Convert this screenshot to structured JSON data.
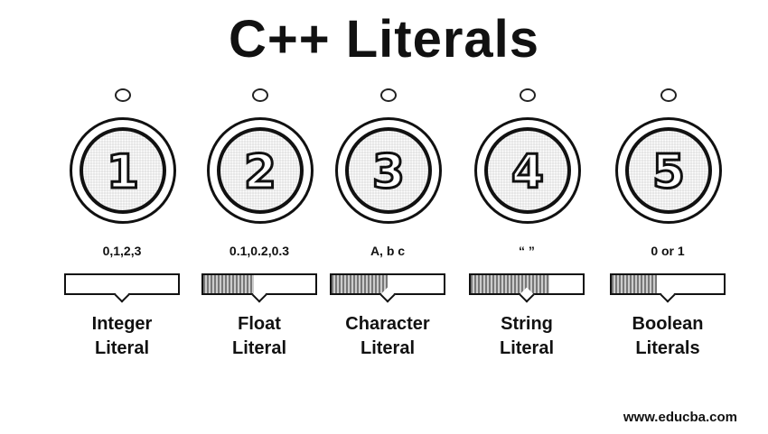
{
  "title": "C++ Literals",
  "items": [
    {
      "number": "1",
      "example": "0,1,2,3",
      "label_line1": "Integer",
      "label_line2": "Literal",
      "bar_fill": 0
    },
    {
      "number": "2",
      "example": "0.1,0.2,0.3",
      "label_line1": "Float",
      "label_line2": "Literal",
      "bar_fill": 0.45
    },
    {
      "number": "3",
      "example": "A, b c",
      "label_line1": "Character",
      "label_line2": "Literal",
      "bar_fill": 0.5
    },
    {
      "number": "4",
      "example": "“   ”",
      "label_line1": "String",
      "label_line2": "Literal",
      "bar_fill": 0.7
    },
    {
      "number": "5",
      "example": "0 or 1",
      "label_line1": "Boolean",
      "label_line2": "Literals",
      "bar_fill": 0.4
    }
  ],
  "footer": "www.educba.com"
}
